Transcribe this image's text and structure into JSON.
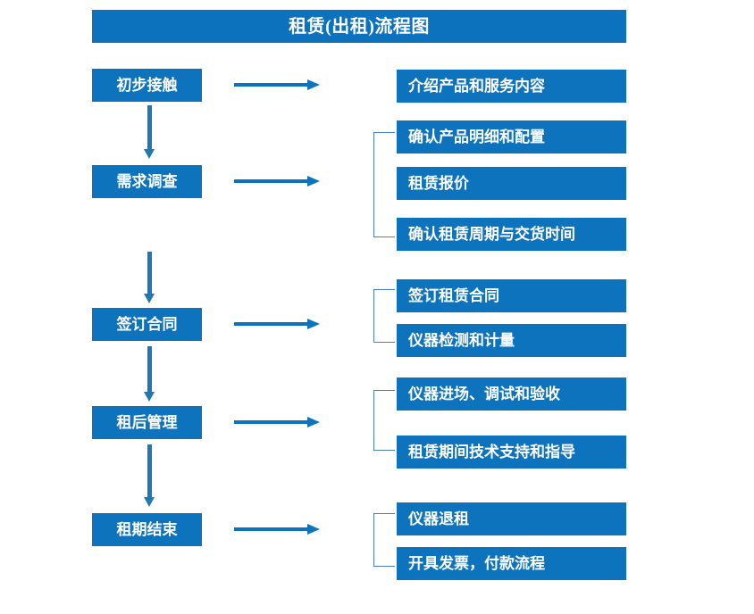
{
  "title": {
    "text": "租赁(出租)流程图"
  },
  "colors": {
    "box_blue": "#0d73bd",
    "title_blue": "#0d72bd",
    "arrow_blue": "#1f78b4",
    "bracket_blue": "#4a7fbe",
    "text_white": "#ffffff",
    "background": "#ffffff"
  },
  "stages": [
    {
      "label": "初步接触"
    },
    {
      "label": "需求调查"
    },
    {
      "label": "签订合同"
    },
    {
      "label": "租后管理"
    },
    {
      "label": "租期结束"
    }
  ],
  "details": [
    {
      "label": "介绍产品和服务内容"
    },
    {
      "label": "确认产品明细和配置"
    },
    {
      "label": "租赁报价"
    },
    {
      "label": "确认租赁周期与交货时间"
    },
    {
      "label": "签订租赁合同"
    },
    {
      "label": "仪器检测和计量"
    },
    {
      "label": "仪器进场、调试和验收"
    },
    {
      "label": "租赁期间技术支持和指导"
    },
    {
      "label": "仪器退租"
    },
    {
      "label": "开具发票，付款流程"
    }
  ],
  "chart_data": {
    "type": "diagram",
    "title": "租赁(出租)流程图",
    "orientation": "left-to-right stages with grouped detail steps",
    "nodes": [
      {
        "stage": "初步接触",
        "details": [
          "介绍产品和服务内容"
        ],
        "grouped": false
      },
      {
        "stage": "需求调查",
        "details": [
          "确认产品明细和配置",
          "租赁报价",
          "确认租赁周期与交货时间"
        ],
        "grouped": true
      },
      {
        "stage": "签订合同",
        "details": [
          "签订租赁合同",
          "仪器检测和计量"
        ],
        "grouped": true
      },
      {
        "stage": "租后管理",
        "details": [
          "仪器进场、调试和验收",
          "租赁期间技术支持和指导"
        ],
        "grouped": true
      },
      {
        "stage": "租期结束",
        "details": [
          "仪器退租",
          "开具发票，付款流程"
        ],
        "grouped": true
      }
    ],
    "edges": [
      {
        "from": "初步接触",
        "to": "需求调查",
        "type": "vertical-arrow"
      },
      {
        "from": "需求调查",
        "to": "签订合同",
        "type": "vertical-arrow"
      },
      {
        "from": "签订合同",
        "to": "租后管理",
        "type": "vertical-arrow"
      },
      {
        "from": "租后管理",
        "to": "租期结束",
        "type": "vertical-arrow"
      },
      {
        "from": "初步接触",
        "to": "介绍产品和服务内容",
        "type": "horizontal-arrow"
      },
      {
        "from": "需求调查",
        "to": "确认产品明细和配置",
        "type": "horizontal-arrow"
      },
      {
        "from": "签订合同",
        "to": "签订租赁合同",
        "type": "horizontal-arrow"
      },
      {
        "from": "租后管理",
        "to": "仪器进场、调试和验收",
        "type": "horizontal-arrow"
      },
      {
        "from": "租期结束",
        "to": "仪器退租",
        "type": "horizontal-arrow"
      }
    ]
  }
}
